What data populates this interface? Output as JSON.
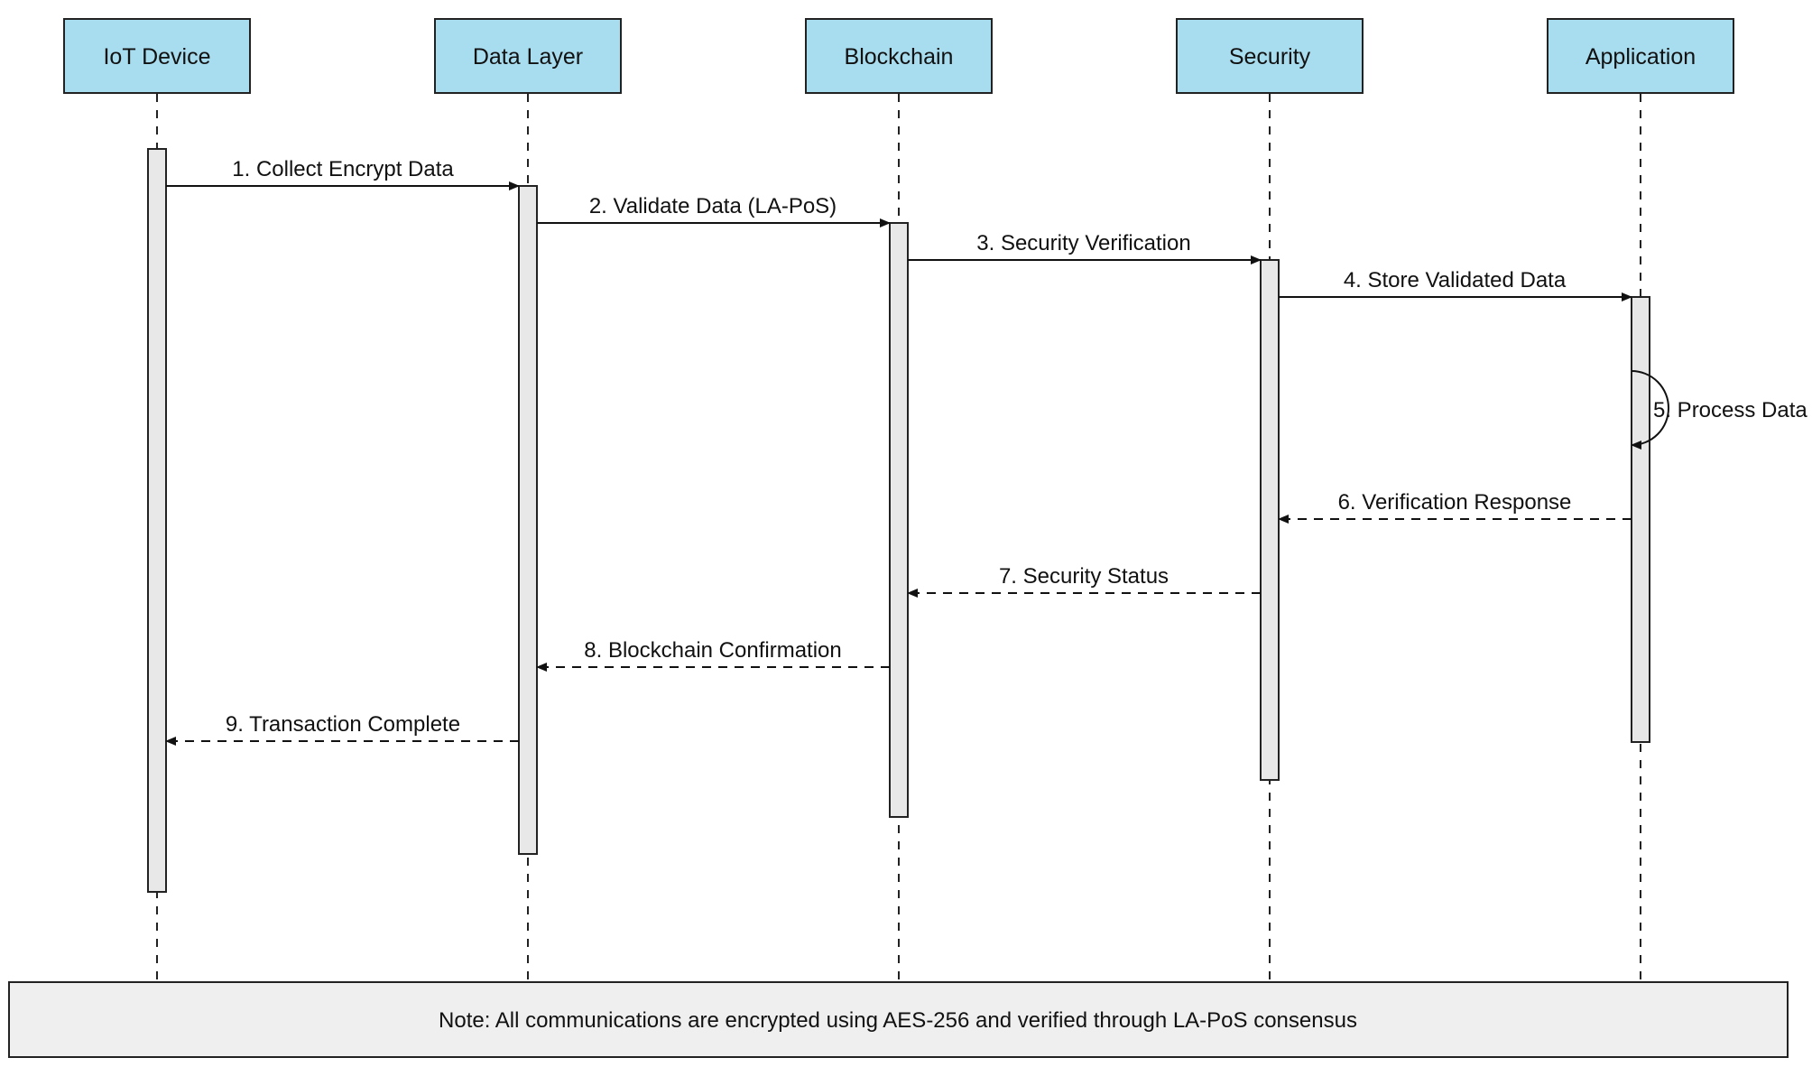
{
  "participants": [
    {
      "id": "iot",
      "label": "IoT Device"
    },
    {
      "id": "data",
      "label": "Data Layer"
    },
    {
      "id": "chain",
      "label": "Blockchain"
    },
    {
      "id": "sec",
      "label": "Security"
    },
    {
      "id": "app",
      "label": "Application"
    }
  ],
  "messages": [
    {
      "label": "1. Collect Encrypt Data",
      "from": "iot",
      "to": "data",
      "style": "solid"
    },
    {
      "label": "2. Validate Data (LA-PoS)",
      "from": "data",
      "to": "chain",
      "style": "solid"
    },
    {
      "label": "3. Security Verification",
      "from": "chain",
      "to": "sec",
      "style": "solid"
    },
    {
      "label": "4. Store Validated Data",
      "from": "sec",
      "to": "app",
      "style": "solid"
    },
    {
      "label": "5. Process Data",
      "from": "app",
      "to": "app",
      "style": "self"
    },
    {
      "label": "6. Verification Response",
      "from": "app",
      "to": "sec",
      "style": "dashed"
    },
    {
      "label": "7. Security Status",
      "from": "sec",
      "to": "chain",
      "style": "dashed"
    },
    {
      "label": "8. Blockchain Confirmation",
      "from": "chain",
      "to": "data",
      "style": "dashed"
    },
    {
      "label": "9. Transaction Complete",
      "from": "data",
      "to": "iot",
      "style": "dashed"
    }
  ],
  "note": {
    "text": "Note: All communications are encrypted using AES-256 and verified through LA-PoS consensus"
  },
  "colors": {
    "actor_fill": "#a8dcef",
    "activation_fill": "#e8e8e8",
    "note_fill": "#efefef",
    "line": "#222222"
  }
}
